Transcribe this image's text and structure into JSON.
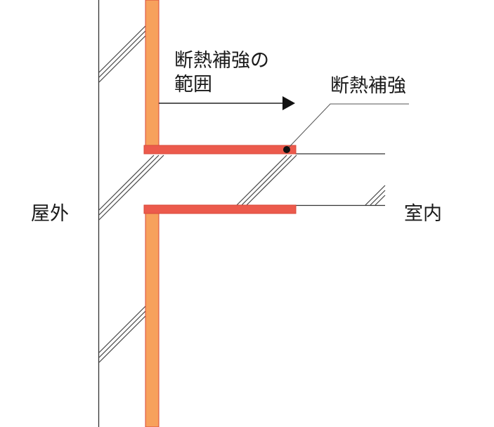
{
  "labels": {
    "outdoor": "屋外",
    "indoor": "室内",
    "range_line1": "断熱補強の",
    "range_line2": "範囲",
    "reinforcement": "断熱補強"
  },
  "colors": {
    "insulation_orange": "#f7a15c",
    "reinforcement_red": "#ec5a4c",
    "outline": "#d9483a",
    "line": "#333333"
  }
}
